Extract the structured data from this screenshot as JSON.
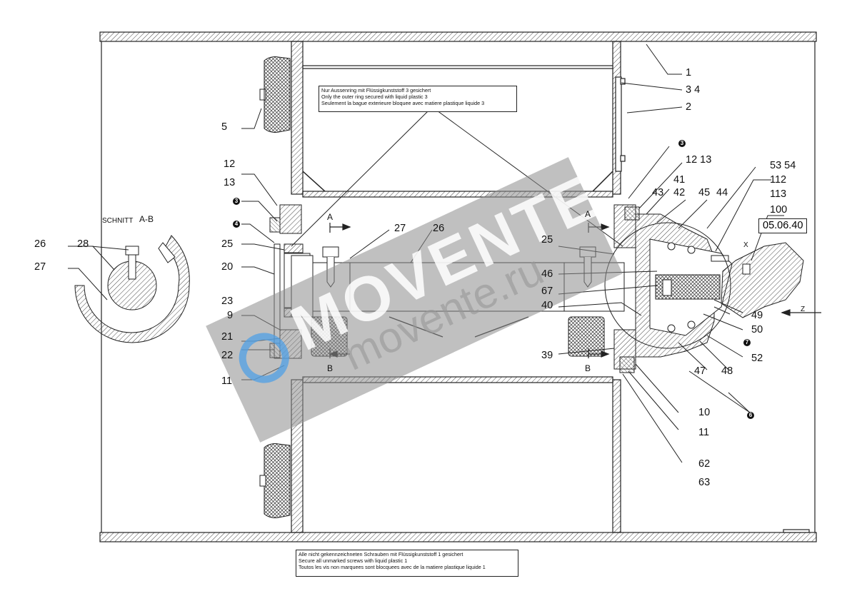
{
  "section_title": {
    "schnitt": "SCHNITT",
    "ab": "A-B"
  },
  "note_top": [
    "Nur Aussenring mit Flüssigkunststoff 3 gesichert",
    "Only the outer ring secured with liquid plastic 3",
    "Seulement la bague exterieure bloquee avec matiere plastique liquide 3"
  ],
  "note_bottom": [
    "Alle nicht gekennzeichneten Schrauben mit Flüssigkunststoff 1 gesichert",
    "Secure all unmarked screws with liquid plastic 1",
    "Toutos les vis non marquees sont blocquees avec de la matiere plastique liquide 1"
  ],
  "date_box": "05.06.40",
  "section_marks": {
    "a_left": "A",
    "a_right": "A",
    "b_left": "B",
    "b_right": "B",
    "x": "X",
    "z": "Z"
  },
  "callouts": {
    "c3a": "3",
    "c4": "4",
    "c3b": "3",
    "c7": "7",
    "c6": "6"
  },
  "labels": {
    "l1": "1",
    "l34": "3  4",
    "l2": "2",
    "l5": "5",
    "l12a": "12",
    "l13a": "13",
    "l1213": "12  13",
    "l41": "41",
    "l43": "43",
    "l42": "42",
    "l45": "45",
    "l44": "44",
    "l5354": "53  54",
    "l112": "112",
    "l113": "113",
    "l100": "100",
    "l25a": "25",
    "l20": "20",
    "l23": "23",
    "l9": "9",
    "l21": "21",
    "l22": "22",
    "l11a": "11",
    "l27a": "27",
    "l26a": "26",
    "l25b": "25",
    "l46": "46",
    "l67": "67",
    "l40": "40",
    "l39": "39",
    "l49": "49",
    "l50": "50",
    "l52": "52",
    "l47": "47",
    "l48": "48",
    "l10": "10",
    "l11b": "11",
    "l62": "62",
    "l63": "63",
    "l26b": "26",
    "l28": "28",
    "l27b": "27"
  },
  "watermark": {
    "main": "MOVENTE",
    "sub": "movente.ru"
  }
}
